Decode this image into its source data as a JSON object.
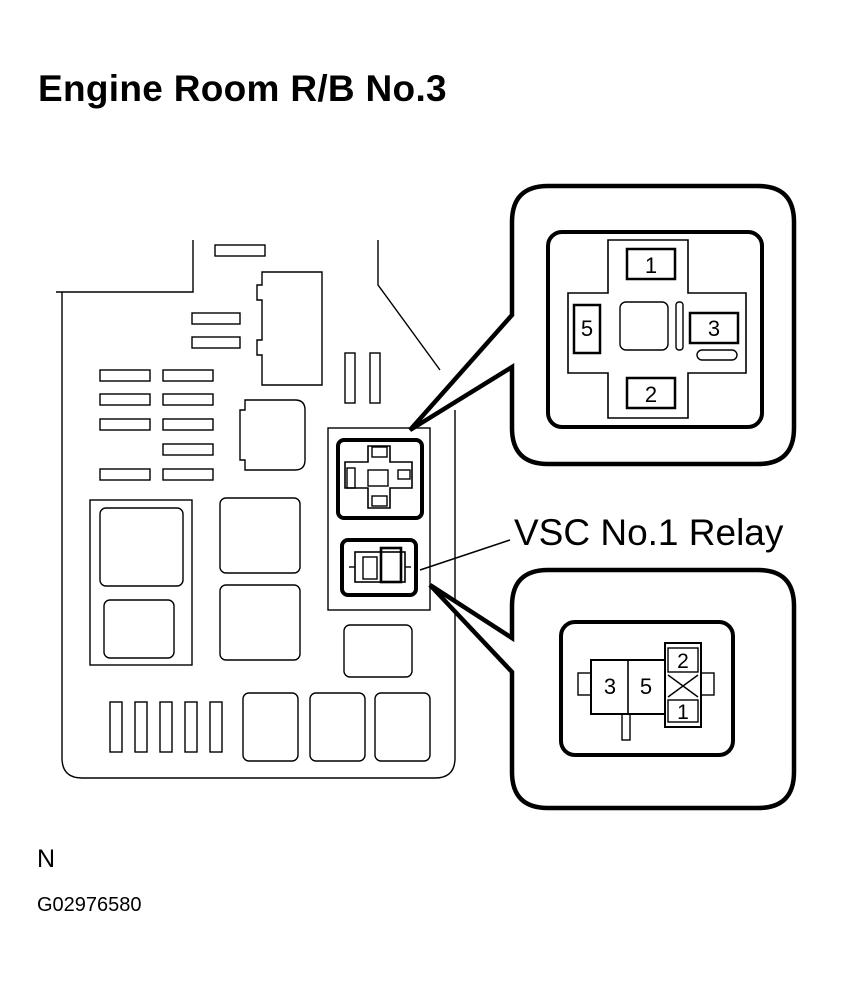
{
  "title": "Engine Room R/B No.3",
  "callout_label": "VSC No.1 Relay",
  "note_letter": "N",
  "figure_id": "G02976580",
  "relay_socket_pins": [
    "1",
    "2",
    "3",
    "5"
  ],
  "connector_pins": [
    "3",
    "5",
    "2",
    "1"
  ]
}
